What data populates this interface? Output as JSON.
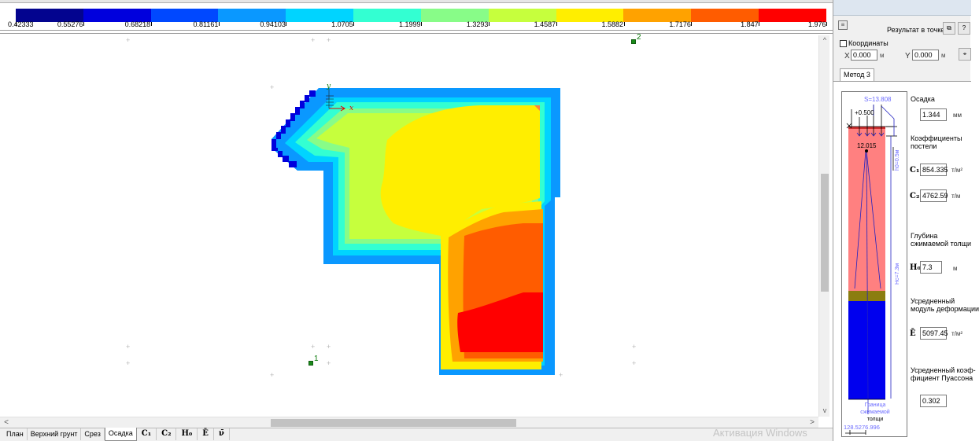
{
  "scale": {
    "colors": [
      "#03048f",
      "#0000dd",
      "#0048ff",
      "#0a98ff",
      "#00d4ff",
      "#33ffd2",
      "#88fc88",
      "#c6ff3d",
      "#ffee00",
      "#ffa200",
      "#ff5c00",
      "#ff0000"
    ],
    "ticks": [
      "0.42333",
      "0.55276",
      "0.68218",
      "0.81161",
      "0.94103",
      "1.0705",
      "1.1999",
      "1.3293",
      "1.4587",
      "1.5882",
      "1.7176",
      "1.847",
      "1.976"
    ]
  },
  "plan": {
    "axis_y": "y",
    "axis_x": "x",
    "marker_1": "1",
    "marker_2": "2"
  },
  "tabs": [
    {
      "label": "План",
      "active": false
    },
    {
      "label": "Верхний грунт",
      "active": false
    },
    {
      "label": "Срез",
      "active": false
    },
    {
      "label": "Осадка",
      "active": true
    },
    {
      "label": "C₁",
      "active": false,
      "symbol": true
    },
    {
      "label": "C₂",
      "active": false,
      "symbol": true
    },
    {
      "label": "H₀",
      "active": false,
      "symbol": true
    },
    {
      "label": "Ē",
      "active": false,
      "symbol": true
    },
    {
      "label": "ν̄",
      "active": false,
      "symbol": true
    }
  ],
  "watermark": "Активация Windows",
  "panel": {
    "result_label": "Результат в точке",
    "coords_label": "Координаты",
    "x_label": "X",
    "x_value": "0.000",
    "x_unit": "м",
    "y_label": "Y",
    "y_value": "0.000",
    "y_unit": "м",
    "method_tab": "Метод 3",
    "profile": {
      "s_label": "S=13.808",
      "level_label": "+0.500",
      "value_label": "12.015",
      "h0_side": "h0=0.5м",
      "hc_side": "Hc=7.3м",
      "boundary_line1": "Граница",
      "boundary_line2": "сжимаемой",
      "boundary_line3": "толщи",
      "bottom_values": "128.5276.996"
    },
    "settlement": {
      "label": "Осадка",
      "value": "1.344",
      "unit": "мм"
    },
    "bed_coeffs": {
      "label_line1": "Коэффициенты",
      "label_line2": "постели",
      "c1_sym": "C₁",
      "c1_value": "854.335",
      "c1_unit": "т/м²",
      "c2_sym": "C₂",
      "c2_value": "4762.59",
      "c2_unit": "т/м"
    },
    "depth": {
      "label_line1": "Глубина",
      "label_line2": "сжимаемой толщи",
      "sym": "H₀",
      "value": "7.3",
      "unit": "м"
    },
    "modulus": {
      "label_line1": "Усредненный",
      "label_line2": "модуль деформации",
      "sym": "Ē",
      "value": "5097.45",
      "unit": "т/м²"
    },
    "poisson": {
      "label_line1": "Усредненный коэф-",
      "label_line2": "фициент Пуассона",
      "value": "0.302"
    }
  }
}
